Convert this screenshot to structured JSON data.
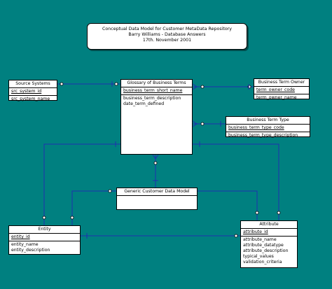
{
  "title": {
    "line1": "Conceptual Data Model for Customer MetaData Repository",
    "line2": "Barry Williams - Database Answers",
    "line3": "17th. November 2001"
  },
  "colors": {
    "background": "#008080",
    "line": "#1f2fb0"
  },
  "entities": {
    "source_systems": {
      "name": "Source Systems",
      "pk": [
        "src_system_id"
      ],
      "attrs": [
        "src_system_name"
      ]
    },
    "glossary": {
      "name": "Glossary of Business Terms",
      "pk": [
        "business_term_short_name"
      ],
      "attrs": [
        "business_term_description",
        "date_term_defined"
      ]
    },
    "term_owner": {
      "name": "Business Term Owner",
      "pk": [
        "term_owner_code"
      ],
      "attrs": [
        "term_owner_name"
      ]
    },
    "term_type": {
      "name": "Business Term Type",
      "pk": [
        "business_term_type_code"
      ],
      "attrs": [
        "business_term_type_description"
      ]
    },
    "generic": {
      "name": "Generic Customer Data Model",
      "pk": [],
      "attrs": []
    },
    "entity": {
      "name": "Entity",
      "pk": [
        "entity_id"
      ],
      "attrs": [
        "entity_name",
        "entity_description"
      ]
    },
    "attribute": {
      "name": "Attribute",
      "pk": [
        "attribute_id"
      ],
      "attrs": [
        "attribute_name",
        "attribute_datatype",
        "attribute_description",
        "typical_values",
        "validation_criteria"
      ]
    }
  }
}
